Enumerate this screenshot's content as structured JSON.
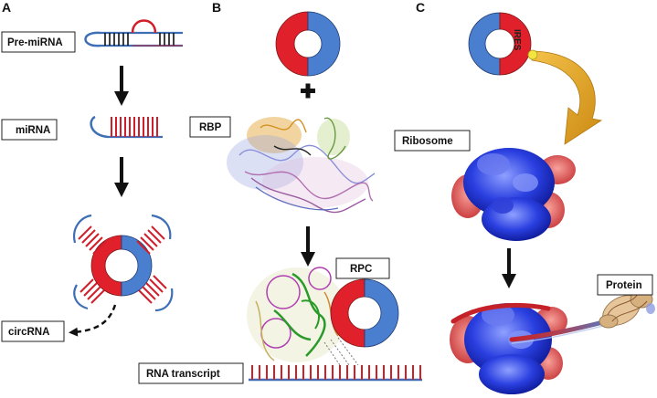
{
  "panels": {
    "a": {
      "letter": "A",
      "pre_mirna": "Pre-miRNA",
      "mirna": "miRNA",
      "circrna": "circRNA"
    },
    "b": {
      "letter": "B",
      "rbp": "RBP",
      "rpc": "RPC",
      "rna_transcript": "RNA transcript"
    },
    "c": {
      "letter": "C",
      "ires": "IRES",
      "ribosome": "Ribosome",
      "protein": "Protein"
    }
  },
  "colors": {
    "circ_red": "#e0202a",
    "circ_blue": "#4a7fd0",
    "strand_blue": "#3e6fb5",
    "tick_red": "#d01e2a",
    "ribosome_blue": "#1c2fd6",
    "ribosome_red": "#e0605a",
    "arrow_gold": "#e3a51e"
  }
}
